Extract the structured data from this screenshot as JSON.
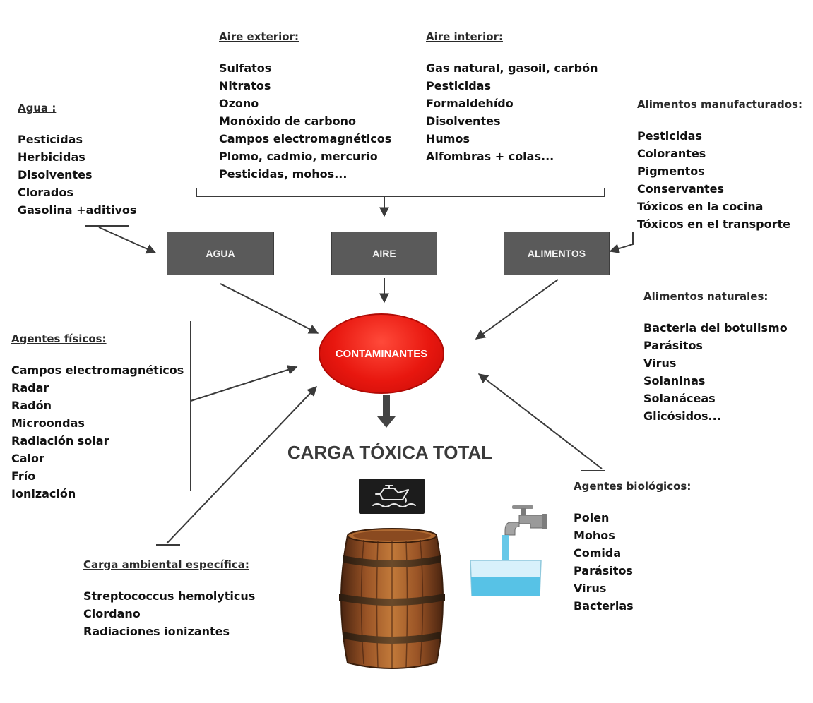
{
  "sources": {
    "aire_exterior": {
      "title": "Aire exterior:",
      "items": [
        "Sulfatos",
        "Nitratos",
        "Ozono",
        "Monóxido de carbono",
        "Campos electromagnéticos",
        "Plomo, cadmio, mercurio",
        "Pesticidas, mohos..."
      ]
    },
    "aire_interior": {
      "title": "Aire interior:",
      "items": [
        "Gas natural, gasoil, carbón",
        "Pesticidas",
        "Formaldehído",
        "Disolventes",
        "Humos",
        "Alfombras + colas..."
      ]
    },
    "agua": {
      "title": "Agua :",
      "items": [
        "Pesticidas",
        "Herbicidas",
        "Disolventes",
        "Clorados",
        "Gasolina +aditivos"
      ]
    },
    "alimentos_manufacturados": {
      "title": "Alimentos manufacturados:",
      "items": [
        "Pesticidas",
        "Colorantes",
        "Pigmentos",
        "Conservantes",
        "Tóxicos en la cocina",
        "Tóxicos en el transporte"
      ]
    },
    "alimentos_naturales": {
      "title": "Alimentos naturales:",
      "items": [
        "Bacteria del botulismo",
        "Parásitos",
        "Virus",
        "Solaninas",
        "Solanáceas",
        "Glicósidos..."
      ]
    },
    "agentes_fisicos": {
      "title": "Agentes físicos:",
      "items": [
        "Campos electromagnéticos",
        "Radar",
        "Radón",
        "Microondas",
        "Radiación solar",
        "Calor",
        "Frío",
        "Ionización"
      ]
    },
    "agentes_biologicos": {
      "title": "Agentes biológicos:",
      "items": [
        "Polen",
        "Mohos",
        "Comida",
        "Parásitos",
        "Virus",
        "Bacterias"
      ]
    },
    "carga_ambiental": {
      "title": "Carga ambiental específica:",
      "items": [
        "Streptococcus hemolyticus",
        "Clordano",
        "Radiaciones ionizantes"
      ]
    }
  },
  "boxes": {
    "agua": "AGUA",
    "aire": "AIRE",
    "alimentos": "ALIMENTOS"
  },
  "center": "CONTAMINANTES",
  "result": "CARGA TÓXICA TOTAL",
  "colors": {
    "box": "#5a5a5a",
    "oval": "#e8170f",
    "arrow": "#3a3a3a",
    "water": "#57c2e6",
    "barrel": "#8b4a1e"
  },
  "icons": [
    "oil-can-icon",
    "barrel-icon",
    "faucet-icon",
    "water-basin-icon"
  ]
}
